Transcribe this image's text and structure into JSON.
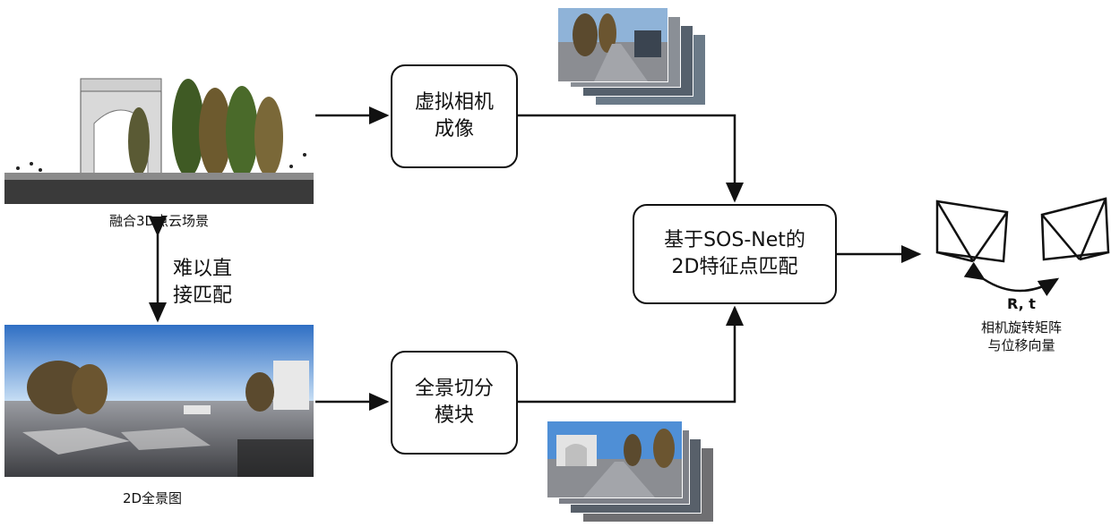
{
  "point_cloud": {
    "caption": "融合3D点云场景"
  },
  "panorama": {
    "caption": "2D全景图"
  },
  "vertical_note": {
    "line1": "难以直",
    "line2": "接匹配"
  },
  "virtual_camera_box": {
    "line1": "虚拟相机",
    "line2": "成像"
  },
  "panorama_split_box": {
    "line1": "全景切分",
    "line2": "模块"
  },
  "matching_box": {
    "line1": "基于SOS-Net的",
    "line2": "2D特征点匹配"
  },
  "pose": {
    "label": "R, t",
    "caption_line1": "相机旋转矩阵",
    "caption_line2": "与位移向量"
  },
  "colors": {
    "stroke": "#111111",
    "sky": "#4f8fd6",
    "road": "#7d8088",
    "tree": "#5b4a2e"
  }
}
